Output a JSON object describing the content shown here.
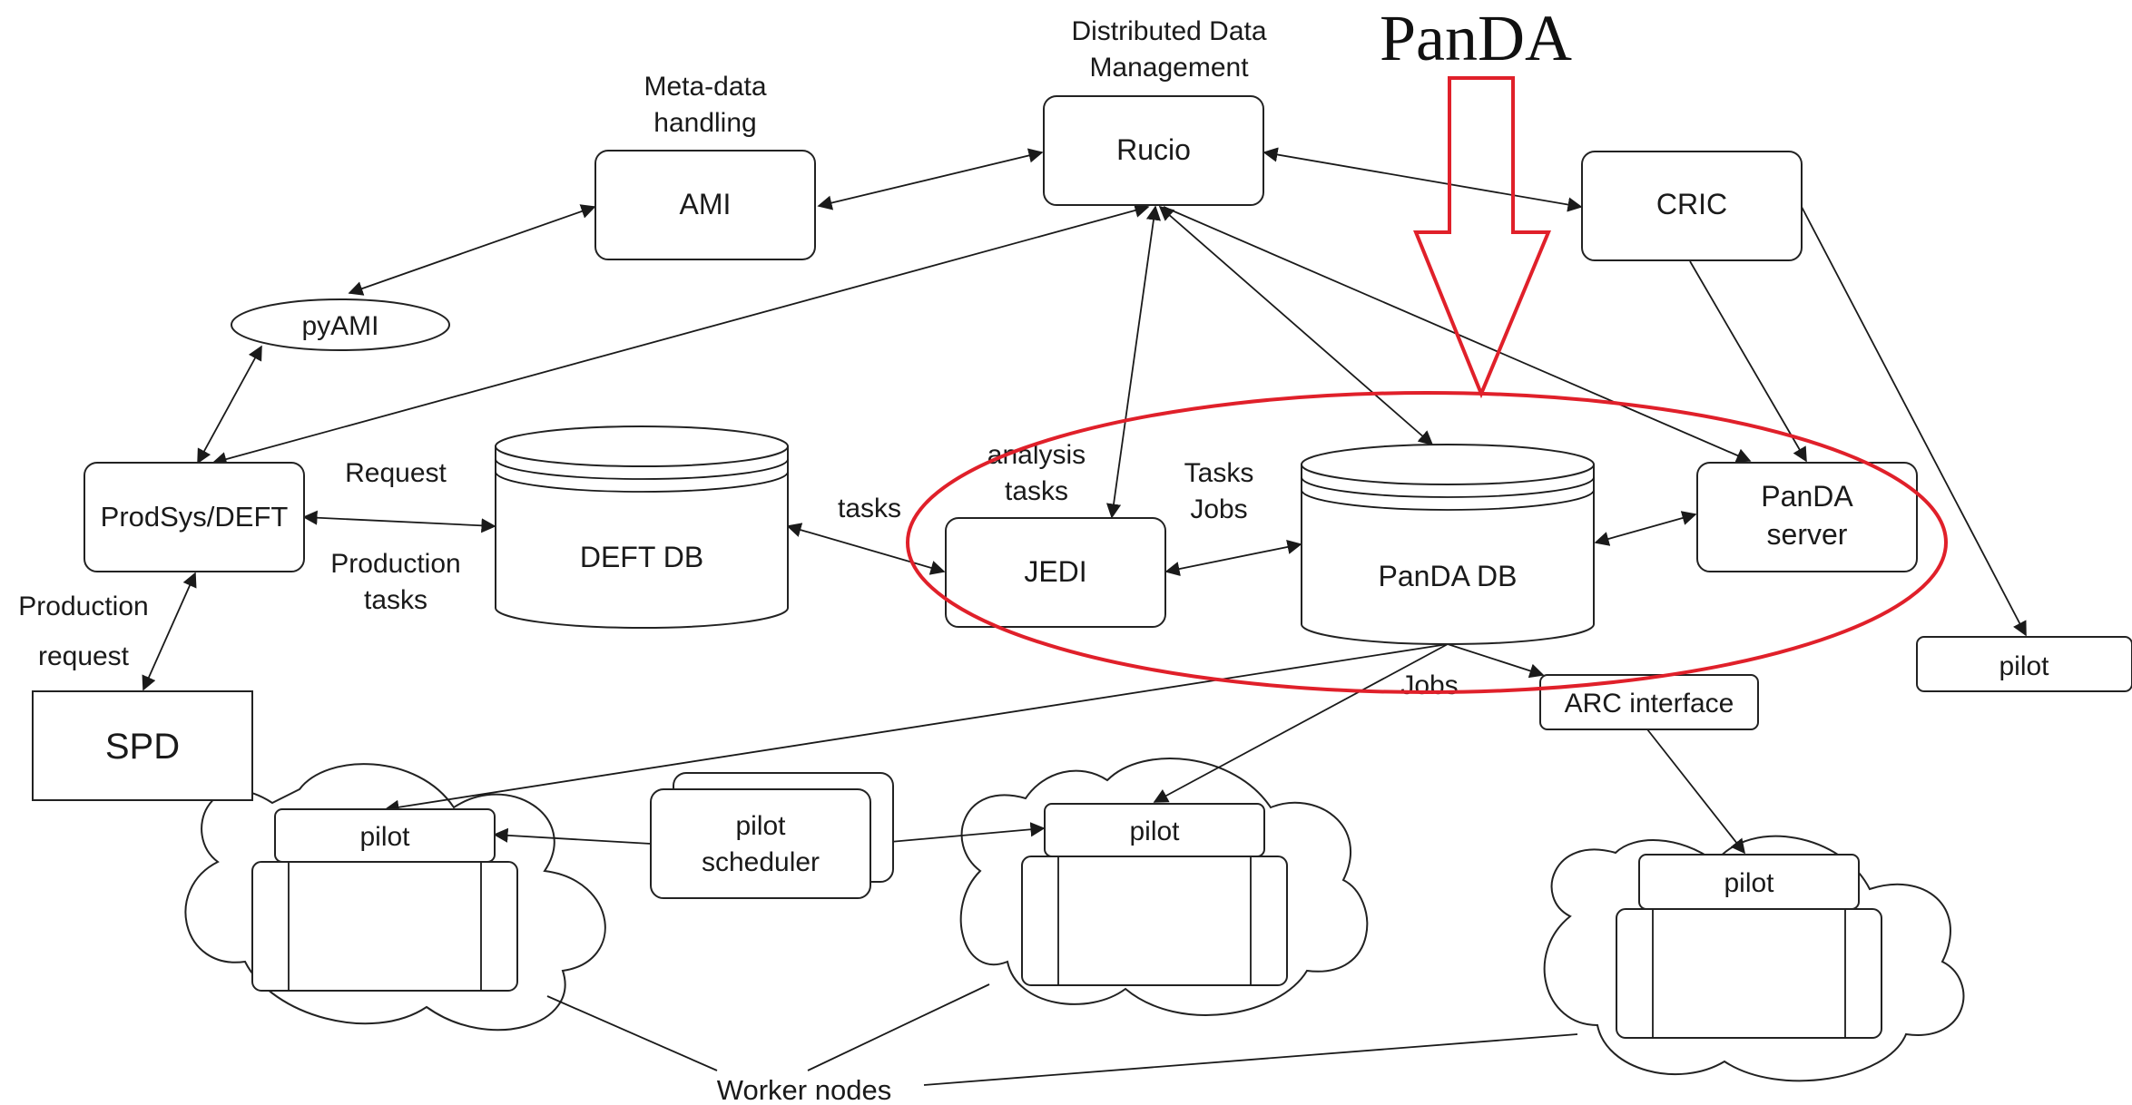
{
  "title": "PanDA",
  "nodes": {
    "rucio": "Rucio",
    "rucio_caption": [
      "Distributed Data",
      "Management"
    ],
    "ami": "AMI",
    "ami_caption": [
      "Meta-data",
      "handling"
    ],
    "cric": "CRIC",
    "pyami": "pyAMI",
    "prodsys": "ProdSys/DEFT",
    "deft_db": "DEFT DB",
    "jedi": "JEDI",
    "panda_db": "PanDA DB",
    "panda_server": [
      "PanDA",
      "server"
    ],
    "spd": "SPD",
    "arc_interface": "ARC interface",
    "pilot_scheduler": [
      "pilot",
      "scheduler"
    ],
    "pilot": "pilot",
    "worker_nodes": "Worker nodes"
  },
  "edge_labels": {
    "request": "Request",
    "production_tasks": [
      "Production",
      "tasks"
    ],
    "production_request": [
      "Production",
      "request"
    ],
    "tasks": "tasks",
    "analysis_tasks": [
      "analysis",
      "tasks"
    ],
    "tasks_jobs": [
      "Tasks",
      "Jobs"
    ],
    "jobs": "Jobs"
  },
  "colors": {
    "highlight": "#e0202a",
    "stroke": "#1a1a1a"
  }
}
